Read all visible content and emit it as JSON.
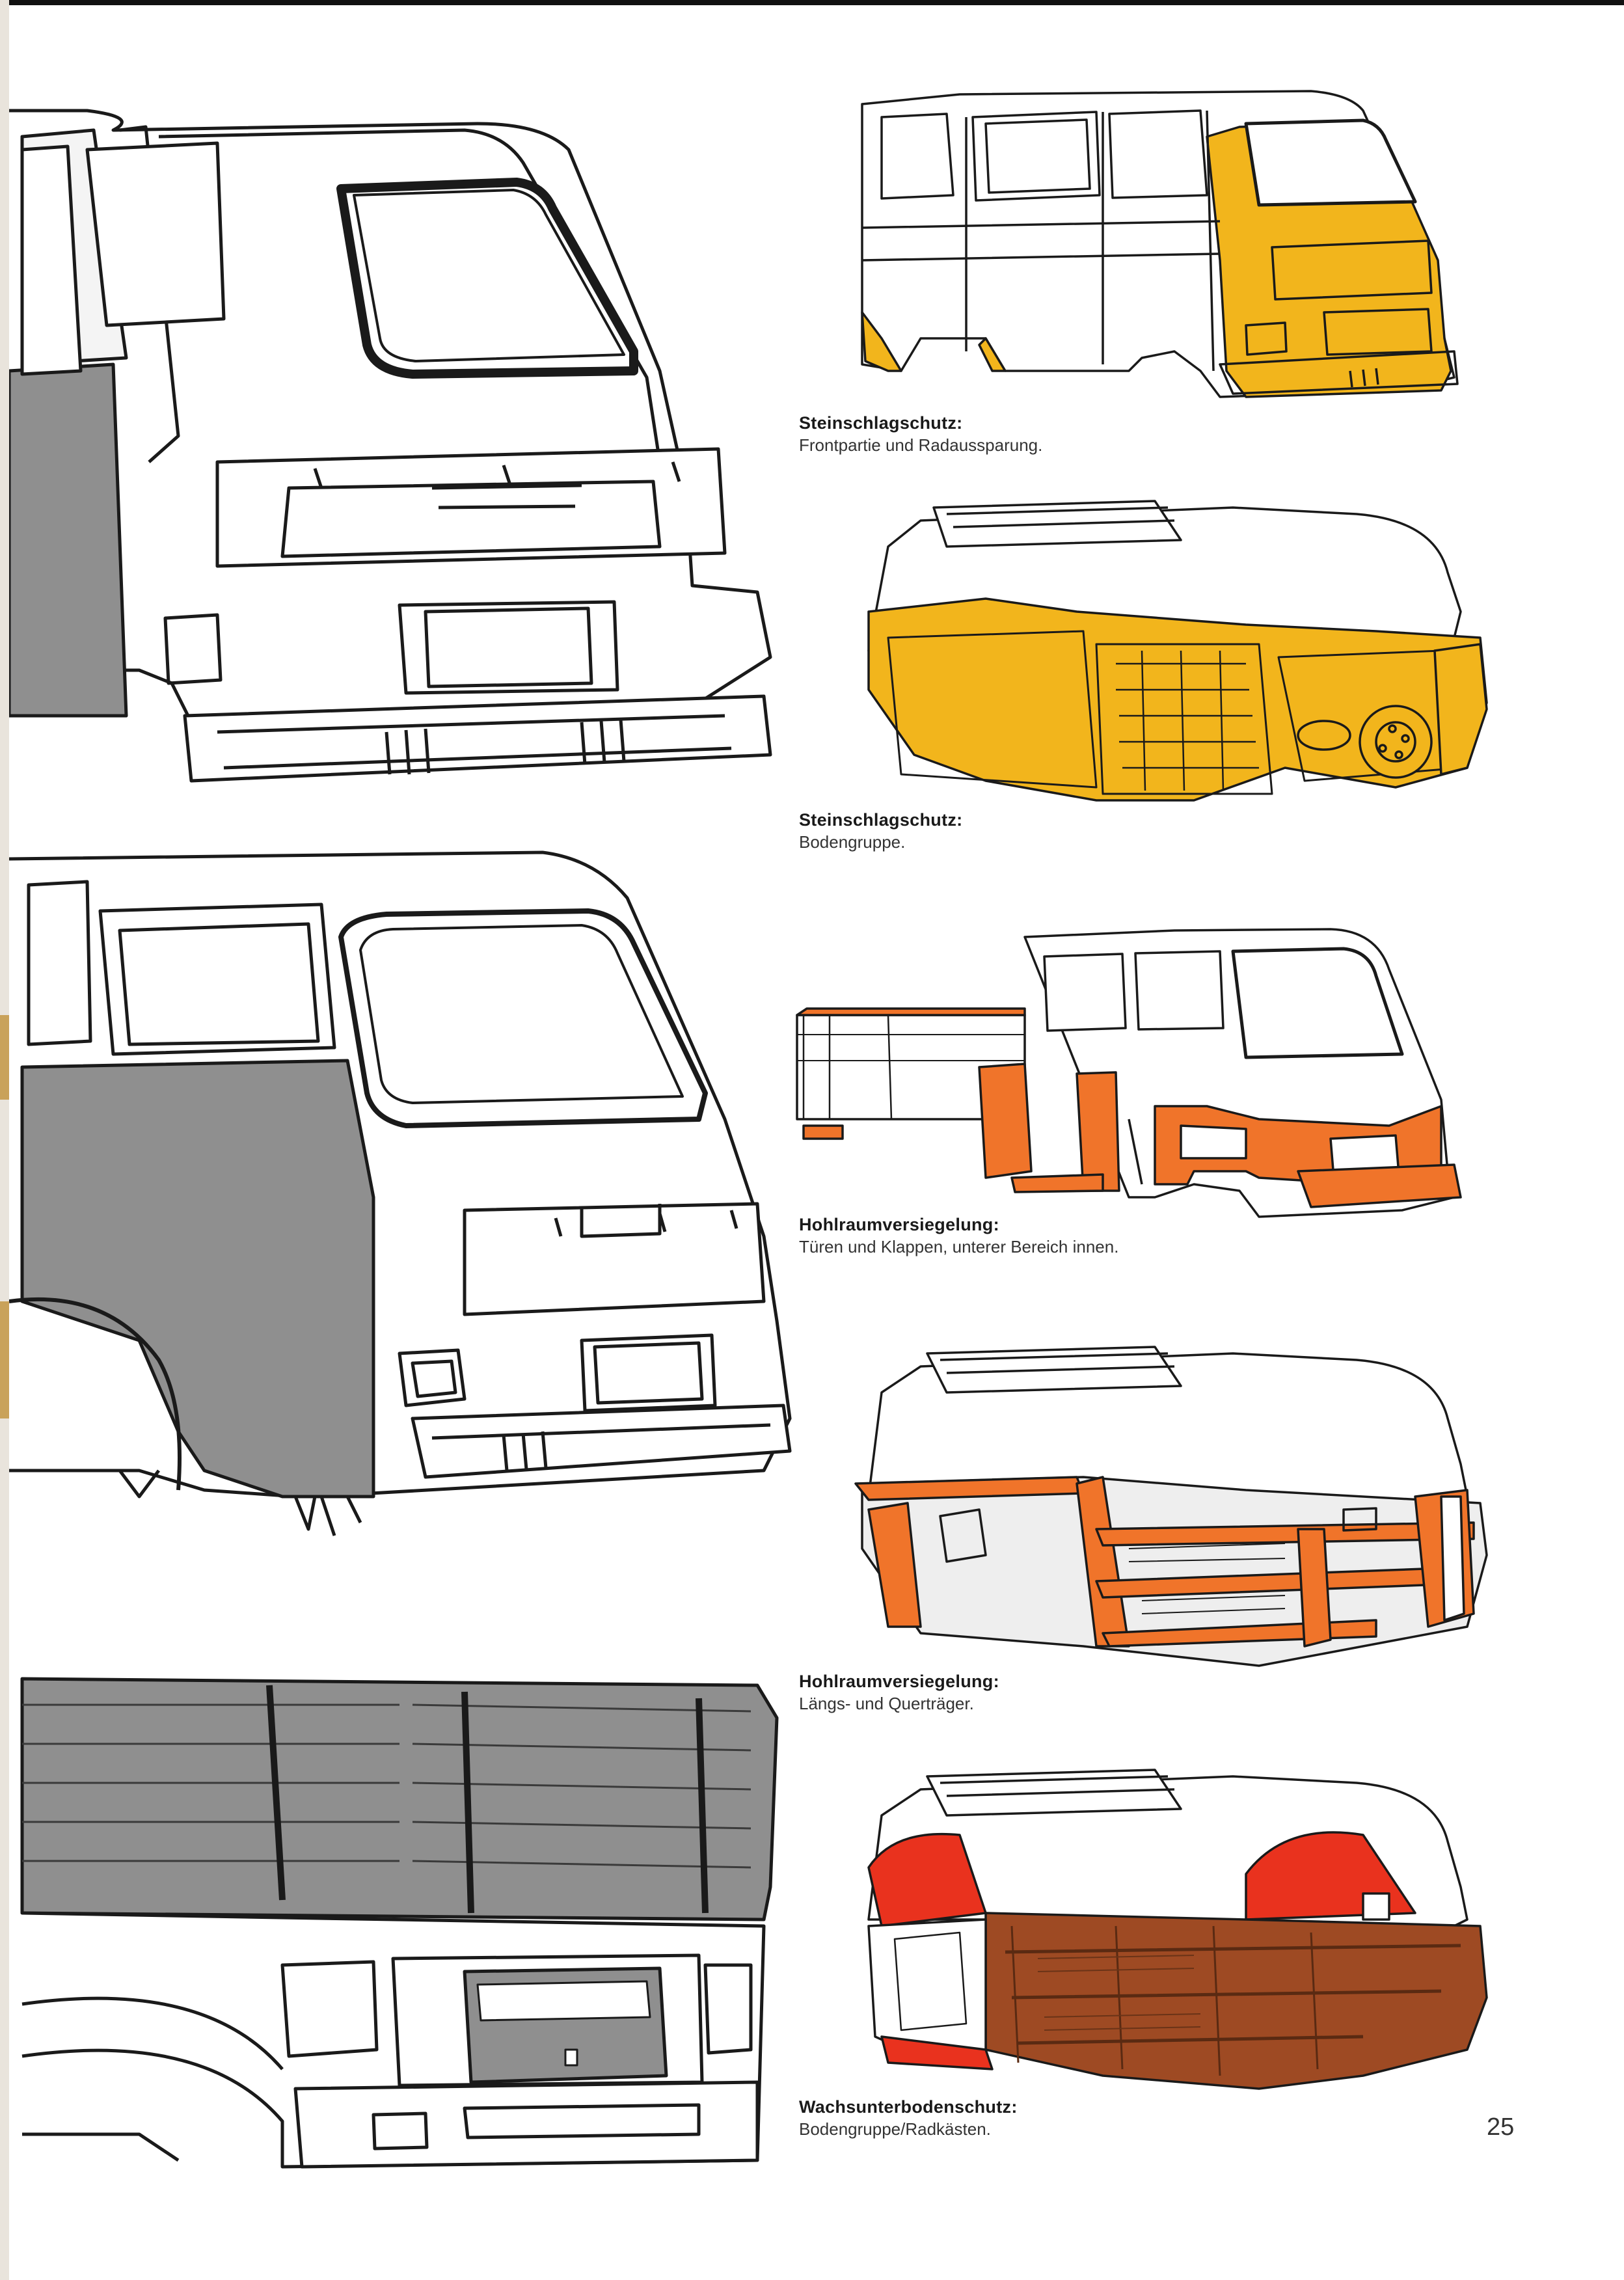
{
  "colors": {
    "yellow": "#f2b51c",
    "orange": "#f0742a",
    "red": "#e9321e",
    "brown": "#9e4a23",
    "gray": "#8f8f8f",
    "ink": "#1a1a1a",
    "panel": "#f4f4f4"
  },
  "captions": [
    {
      "title": "Steinschlagschutz:",
      "text": "Frontpartie und Radaussparung."
    },
    {
      "title": "Steinschlagschutz:",
      "text": "Bodengruppe."
    },
    {
      "title": "Hohlraumversiegelung:",
      "text": "Türen und Klappen, unterer Bereich innen."
    },
    {
      "title": "Hohlraumversiegelung:",
      "text": "Längs- und Querträger."
    },
    {
      "title": "Wachsunterbodenschutz:",
      "text": "Bodengruppe/Radkästen."
    }
  ],
  "page_number": "25"
}
